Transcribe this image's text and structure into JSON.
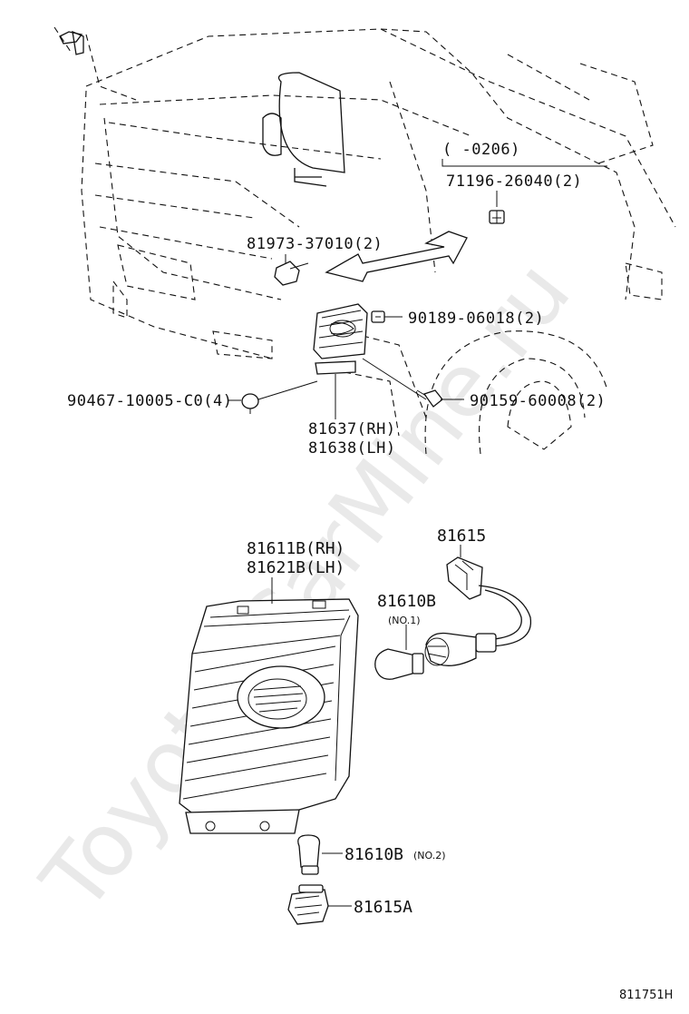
{
  "watermark": "Toyota-CarMine.ru",
  "diagram_code": "811751H",
  "upper_labels": {
    "range_note": "(    -0206)",
    "clip_71196": "71196-26040(2)",
    "nut_81973": "81973-37010(2)",
    "screw_90189": "90189-06018(2)",
    "bolt_90159": "90159-60008(2)",
    "clip_90467": "90467-10005-C0(4)",
    "lamp_rh": "81637(RH)",
    "lamp_lh": "81638(LH)"
  },
  "lower_labels": {
    "lens_rh": "81611B(RH)",
    "lens_lh": "81621B(LH)",
    "socket_wire": "81615",
    "bulb_no1": "81610B",
    "bulb_no1_note": "(NO.1)",
    "bulb_no2": "81610B",
    "bulb_no2_note": "(NO.2)",
    "socket_81615a": "81615A"
  }
}
